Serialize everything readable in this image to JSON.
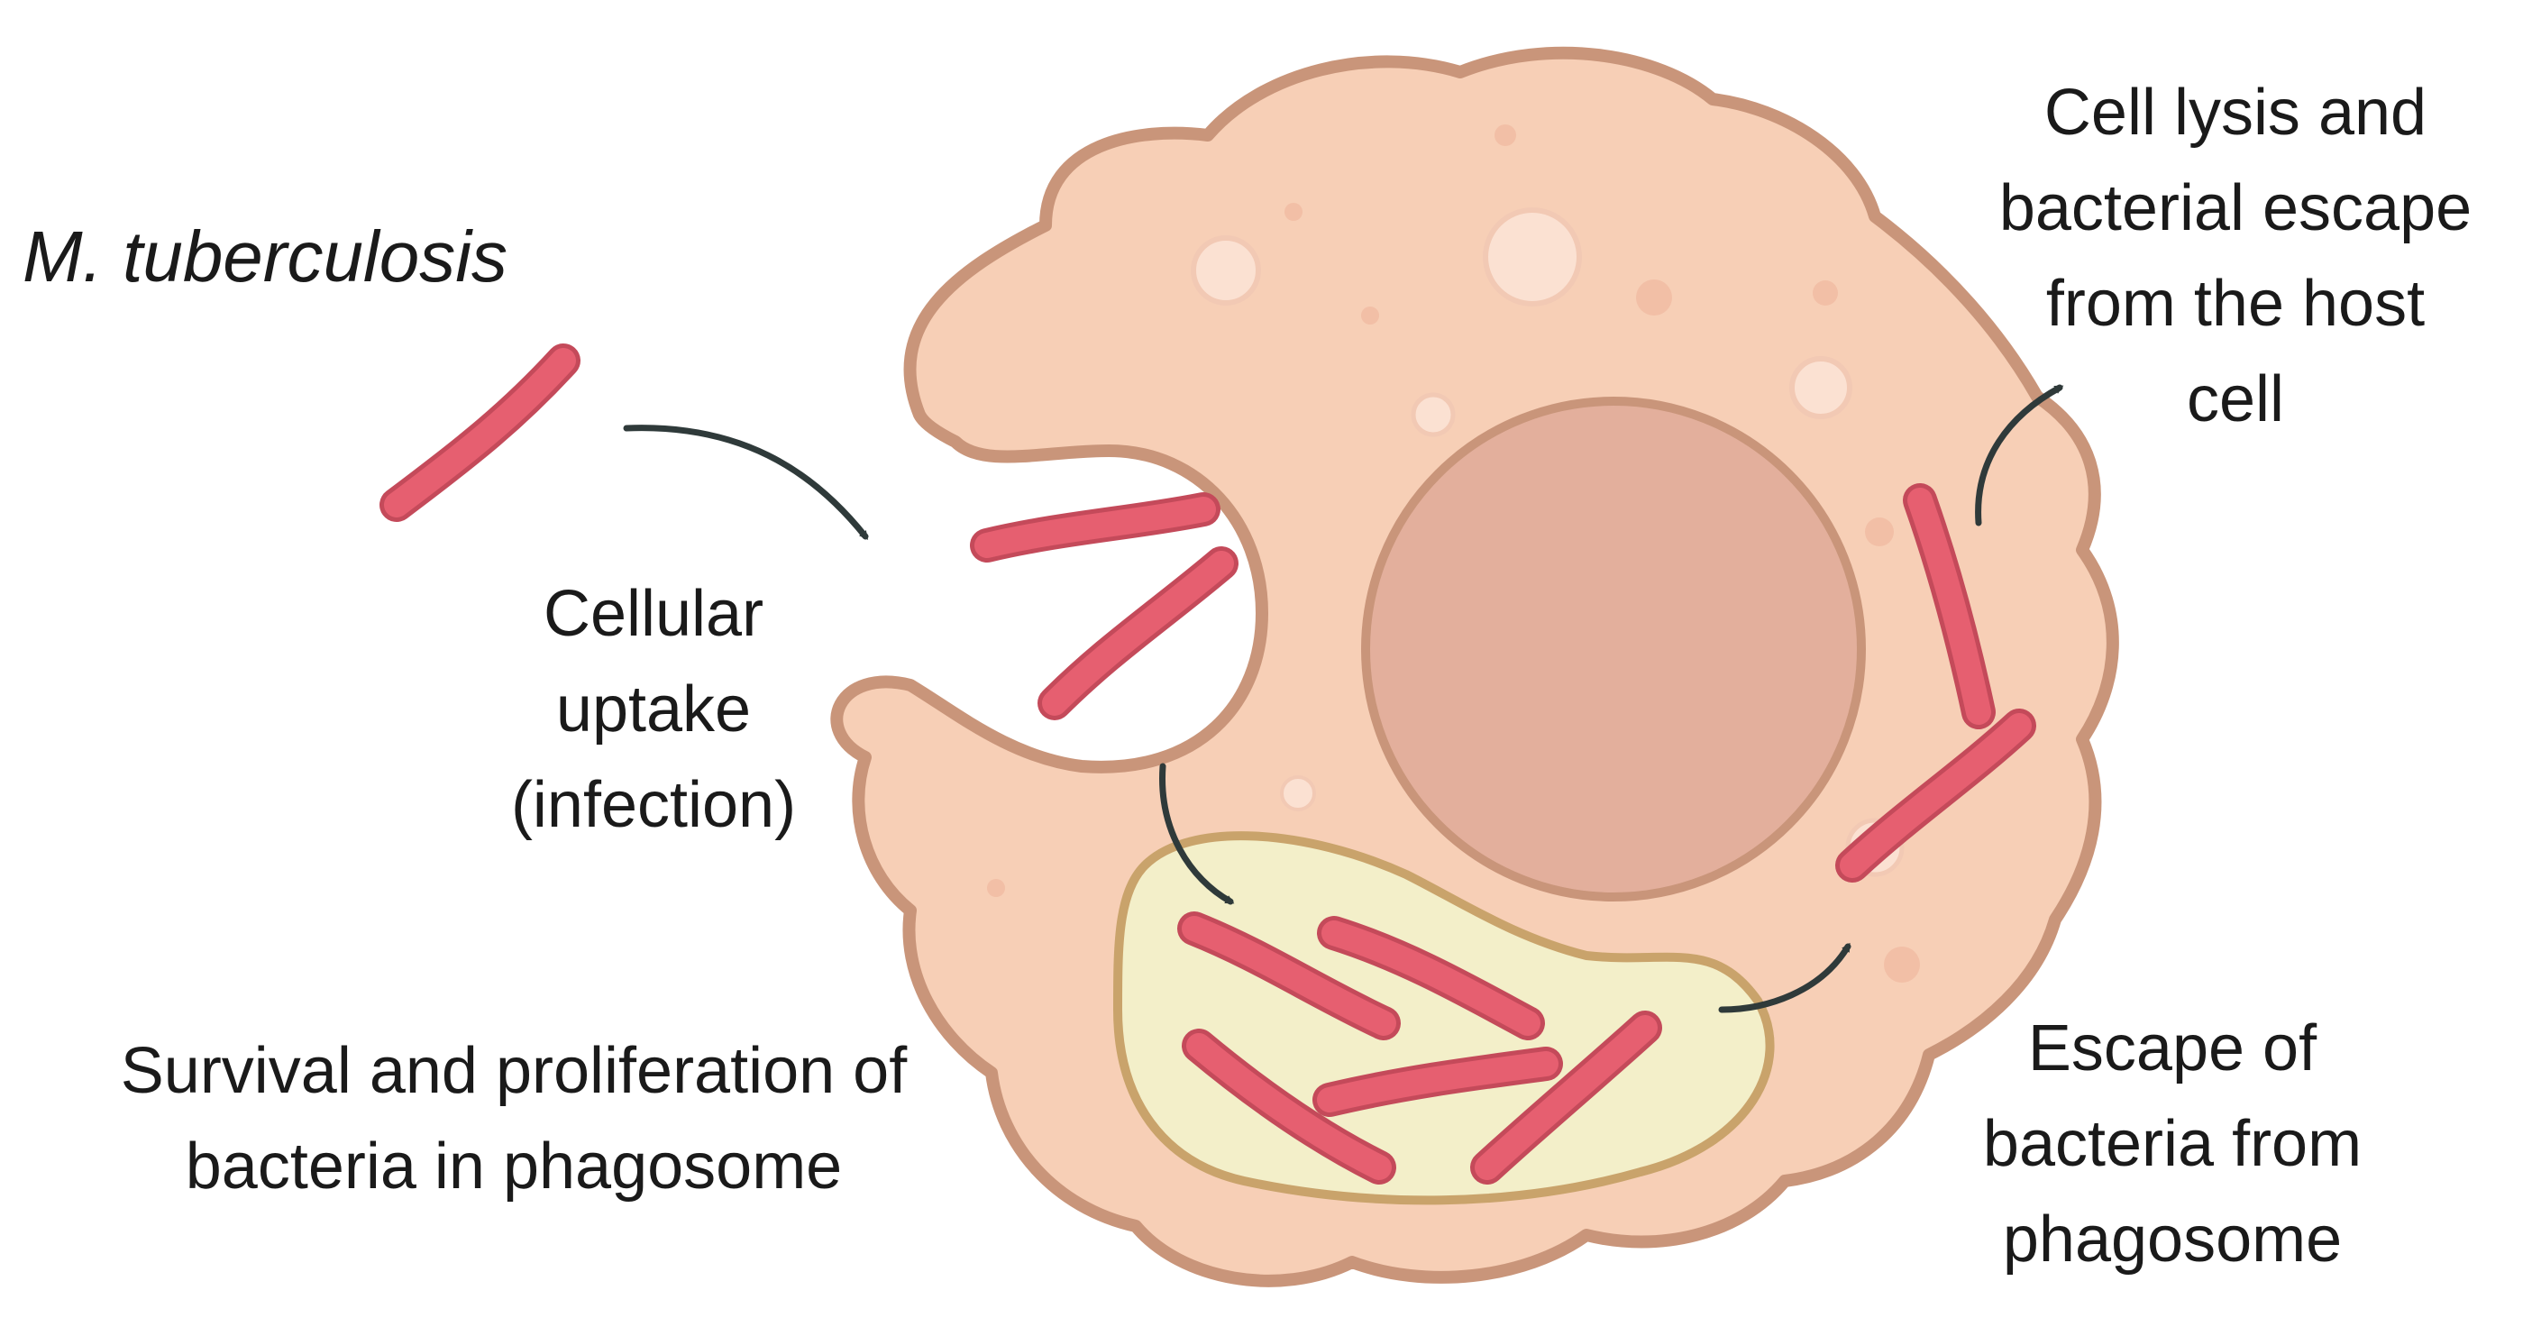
{
  "labels": {
    "organism": "M. tuberculosis",
    "uptake": [
      "Cellular",
      "uptake",
      "(infection)"
    ],
    "survival": [
      "Survival and proliferation of",
      "bacteria in phagosome"
    ],
    "escape_phagosome": [
      "Escape of",
      "bacteria from",
      "phagosome"
    ],
    "lysis": [
      "Cell lysis and",
      "bacterial escape",
      "from the host",
      "cell"
    ]
  },
  "colors": {
    "cell_fill": "#f7cfb6",
    "cell_outline": "#c9957a",
    "nucleus_fill": "#e3af9c",
    "nucleus_outline": "#c9957a",
    "phagosome_fill": "#f3efc9",
    "phagosome_outline": "#c9a36b",
    "bacteria": "#e65f70",
    "bacteria_outline": "#c44a5a",
    "arrow": "#2f3a3a"
  },
  "icons": {
    "bacterium": "rod-shaped-bacterium-icon",
    "arrow": "curved-arrow-icon"
  }
}
